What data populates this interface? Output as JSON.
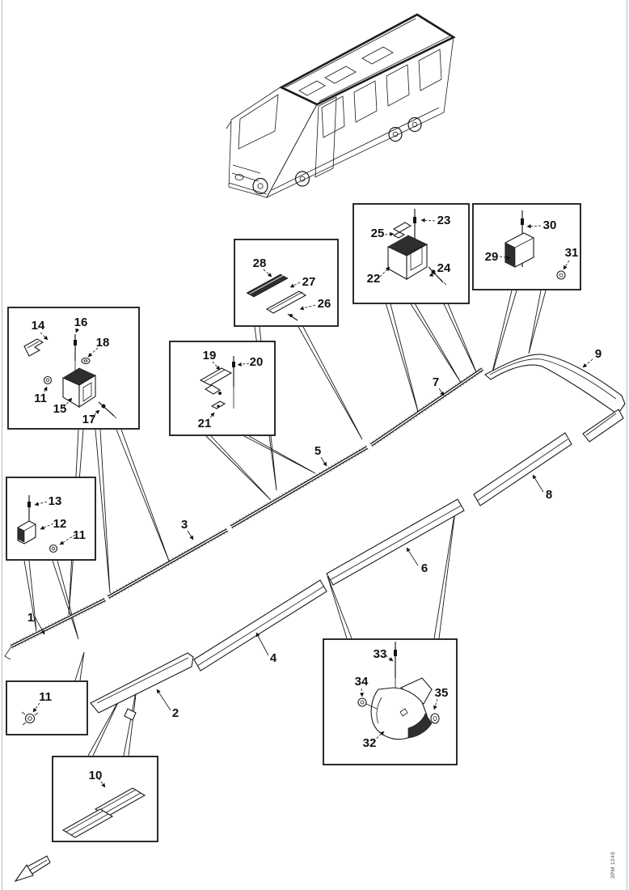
{
  "page": {
    "background": "#ffffff",
    "ink_color": "#1a1a1a",
    "edge_line_color": "#c9c9c9",
    "drawing_code": "3PM 1245"
  },
  "labels": {
    "p1": "1",
    "p2": "2",
    "p3": "3",
    "p4": "4",
    "p5": "5",
    "p6": "6",
    "p7": "7",
    "p8": "8",
    "p9": "9",
    "p10": "10",
    "p11": "11",
    "p12": "12",
    "p13": "13",
    "p14": "14",
    "p15": "15",
    "p16": "16",
    "p17": "17",
    "p18": "18",
    "p19": "19",
    "p20": "20",
    "p21": "21",
    "p22": "22",
    "p23": "23",
    "p24": "24",
    "p25": "25",
    "p26": "26",
    "p27": "27",
    "p28": "28",
    "p29": "29",
    "p30": "30",
    "p31": "31",
    "p32": "32",
    "p33": "33",
    "p34": "34",
    "p35": "35"
  },
  "assembly_parts": [
    "1",
    "2",
    "3",
    "4",
    "5",
    "6",
    "7",
    "8",
    "9"
  ],
  "detail_boxes": [
    {
      "name": "clip-bracket-detail",
      "parts": [
        "14",
        "16",
        "18",
        "11",
        "15",
        "17"
      ]
    },
    {
      "name": "clip-detail",
      "parts": [
        "19",
        "20",
        "21"
      ]
    },
    {
      "name": "end-bracket-detail",
      "parts": [
        "25",
        "23",
        "22",
        "24"
      ]
    },
    {
      "name": "joint-strip-detail",
      "parts": [
        "28",
        "27",
        "26"
      ]
    },
    {
      "name": "corner-bracket-detail",
      "parts": [
        "29",
        "30",
        "31"
      ]
    },
    {
      "name": "front-bracket-detail",
      "parts": [
        "13",
        "12",
        "11"
      ]
    },
    {
      "name": "nut-detail",
      "parts": [
        "11"
      ]
    },
    {
      "name": "channel-section-detail",
      "parts": [
        "10"
      ]
    },
    {
      "name": "rear-bracket-detail",
      "parts": [
        "33",
        "34",
        "35",
        "32"
      ]
    }
  ]
}
